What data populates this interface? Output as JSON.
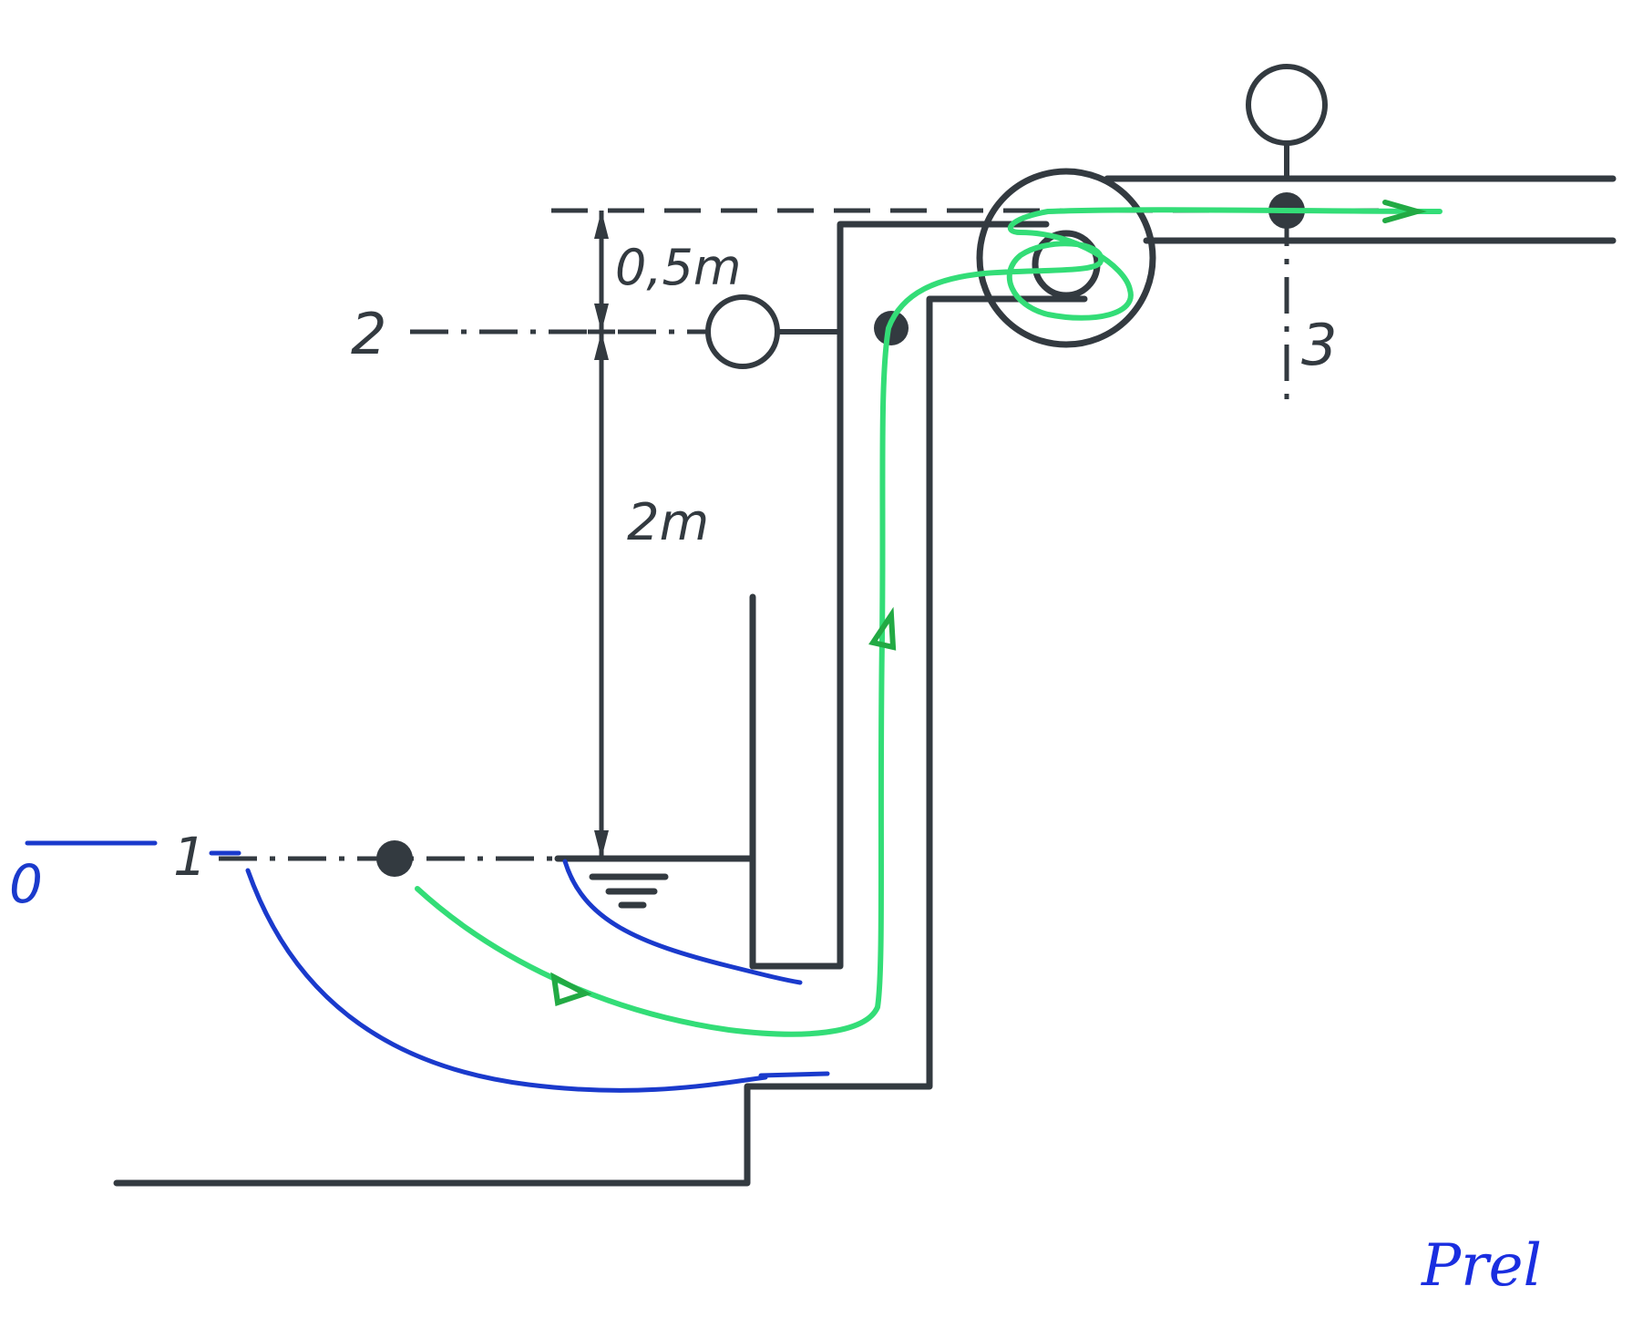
{
  "labels": {
    "section_1": "1",
    "section_2": "2",
    "section_3": "3",
    "datum": "0",
    "dim_upper": "0,5m",
    "dim_lower": "2m"
  },
  "signature": "Prel",
  "colors": {
    "ink": "#333a40",
    "streamline": "#33dd77",
    "streamline_dark": "#22aa44",
    "datum_blue": "#1a3acc",
    "signature_blue": "#1a2ee0"
  }
}
